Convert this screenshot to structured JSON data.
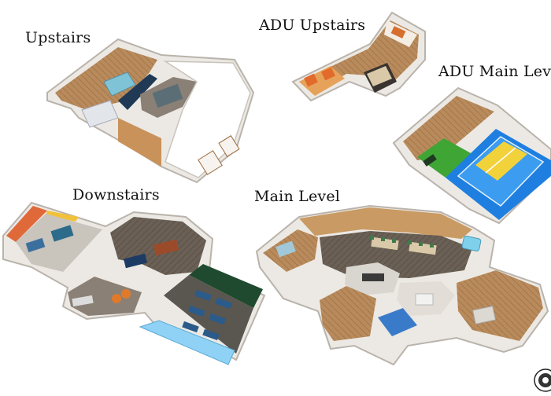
{
  "labels": {
    "upstairs": "Upstairs",
    "adu_upstairs": "ADU Upstairs",
    "adu_main_level": "ADU Main Level",
    "downstairs": "Downstairs",
    "main_level": "Main Level"
  },
  "colors": {
    "wall": "#e9e6e1",
    "wall_edge": "#b9b3ab",
    "wood_floor": "#b98b5c",
    "dark_floor": "#6a6055",
    "court_blue": "#1f7fe0",
    "court_yellow": "#f2d23a",
    "turf_green": "#3fa535",
    "pool_blue": "#8fd2f5",
    "accent_orange": "#e07a2a",
    "dark_green_wall": "#1f4a2f",
    "navy_furniture": "#1d3b63",
    "bed_blue": "#3a7bc9"
  },
  "icons": {
    "logo": "circular-stamp-logo"
  }
}
